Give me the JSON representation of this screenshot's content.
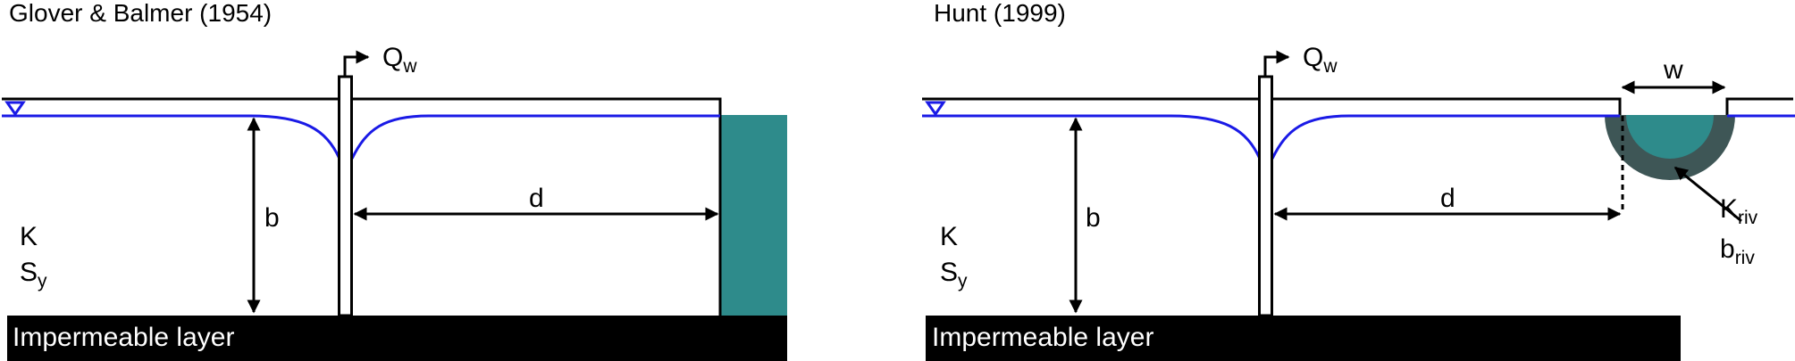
{
  "left": {
    "title": "Glover & Balmer (1954)",
    "pump": {
      "main": "Q",
      "sub": "w"
    },
    "distance_label": "d",
    "thickness_label": "b",
    "conductivity_label": "K",
    "specific_yield": {
      "main": "S",
      "sub": "y"
    },
    "layer_label": "Impermeable layer"
  },
  "right": {
    "title": "Hunt (1999)",
    "pump": {
      "main": "Q",
      "sub": "w"
    },
    "distance_label": "d",
    "thickness_label": "b",
    "conductivity_label": "K",
    "specific_yield": {
      "main": "S",
      "sub": "y"
    },
    "width_label": "w",
    "riverbed_conductivity": {
      "main": "K",
      "sub": "riv"
    },
    "riverbed_thickness": {
      "main": "b",
      "sub": "riv"
    },
    "layer_label": "Impermeable layer"
  },
  "colors": {
    "water_table": "#1a1ae6",
    "river": "#2e8b8b",
    "streambed": "#3e5656",
    "layer": "#000000"
  }
}
